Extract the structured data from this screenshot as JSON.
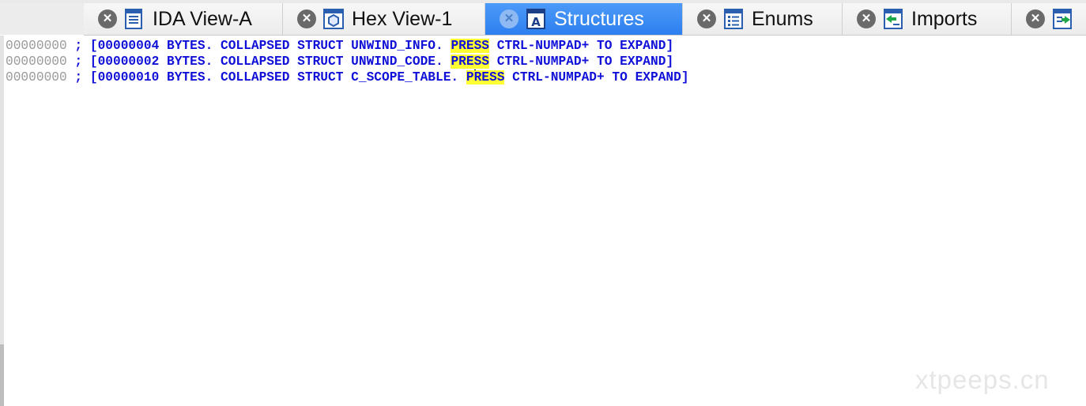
{
  "tabs": [
    {
      "label": "IDA View-A",
      "icon": "ida-view-icon",
      "active": false
    },
    {
      "label": "Hex View-1",
      "icon": "hex-view-icon",
      "active": false
    },
    {
      "label": "Structures",
      "icon": "structures-icon",
      "active": true
    },
    {
      "label": "Enums",
      "icon": "enums-icon",
      "active": false
    },
    {
      "label": "Imports",
      "icon": "imports-icon",
      "active": false
    },
    {
      "label": "",
      "icon": "exports-icon",
      "active": false
    }
  ],
  "close_glyph": "✕",
  "lines": [
    {
      "address": "00000000",
      "pre": " ; [00000004 BYTES. COLLAPSED STRUCT UNWIND_INFO. ",
      "highlight": "PRESS",
      "post": " CTRL-NUMPAD+ TO EXPAND]"
    },
    {
      "address": "00000000",
      "pre": " ; [00000002 BYTES. COLLAPSED STRUCT UNWIND_CODE. ",
      "highlight": "PRESS",
      "post": " CTRL-NUMPAD+ TO EXPAND]"
    },
    {
      "address": "00000000",
      "pre": " ; [00000010 BYTES. COLLAPSED STRUCT C_SCOPE_TABLE. ",
      "highlight_a": "P",
      "highlight_b": "RESS",
      "post": " CTRL-NUMPAD+ TO EXPAND]"
    }
  ],
  "watermark": "xtpeeps.cn",
  "colors": {
    "comment": "#1010d8",
    "address": "#9a9a9a",
    "highlight": "#ffff33",
    "active_tab": "#2d7ff0"
  }
}
